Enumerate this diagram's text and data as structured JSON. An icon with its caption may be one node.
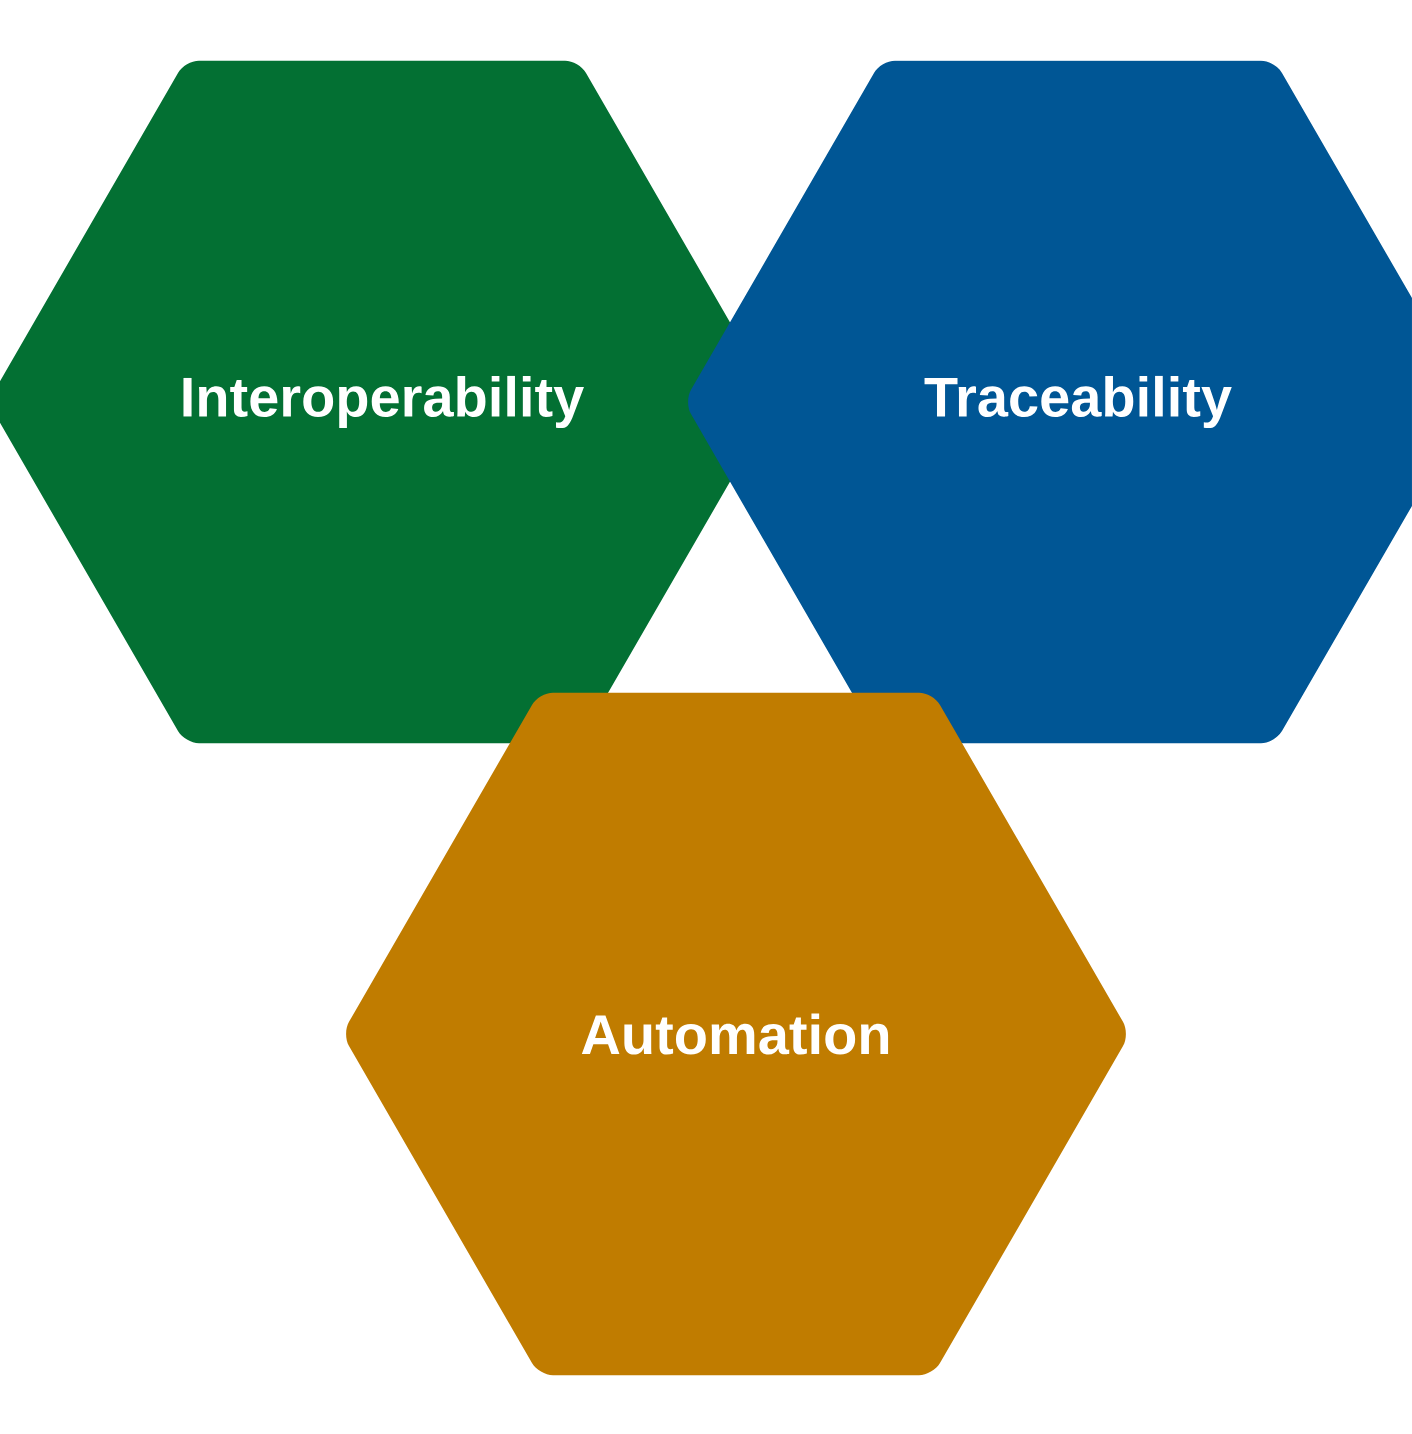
{
  "diagram": {
    "nodes": [
      {
        "text": [
          "Interoperability"
        ]
      },
      {
        "text": [
          "Traceability"
        ]
      },
      {
        "text": [
          "Automation"
        ]
      }
    ]
  }
}
